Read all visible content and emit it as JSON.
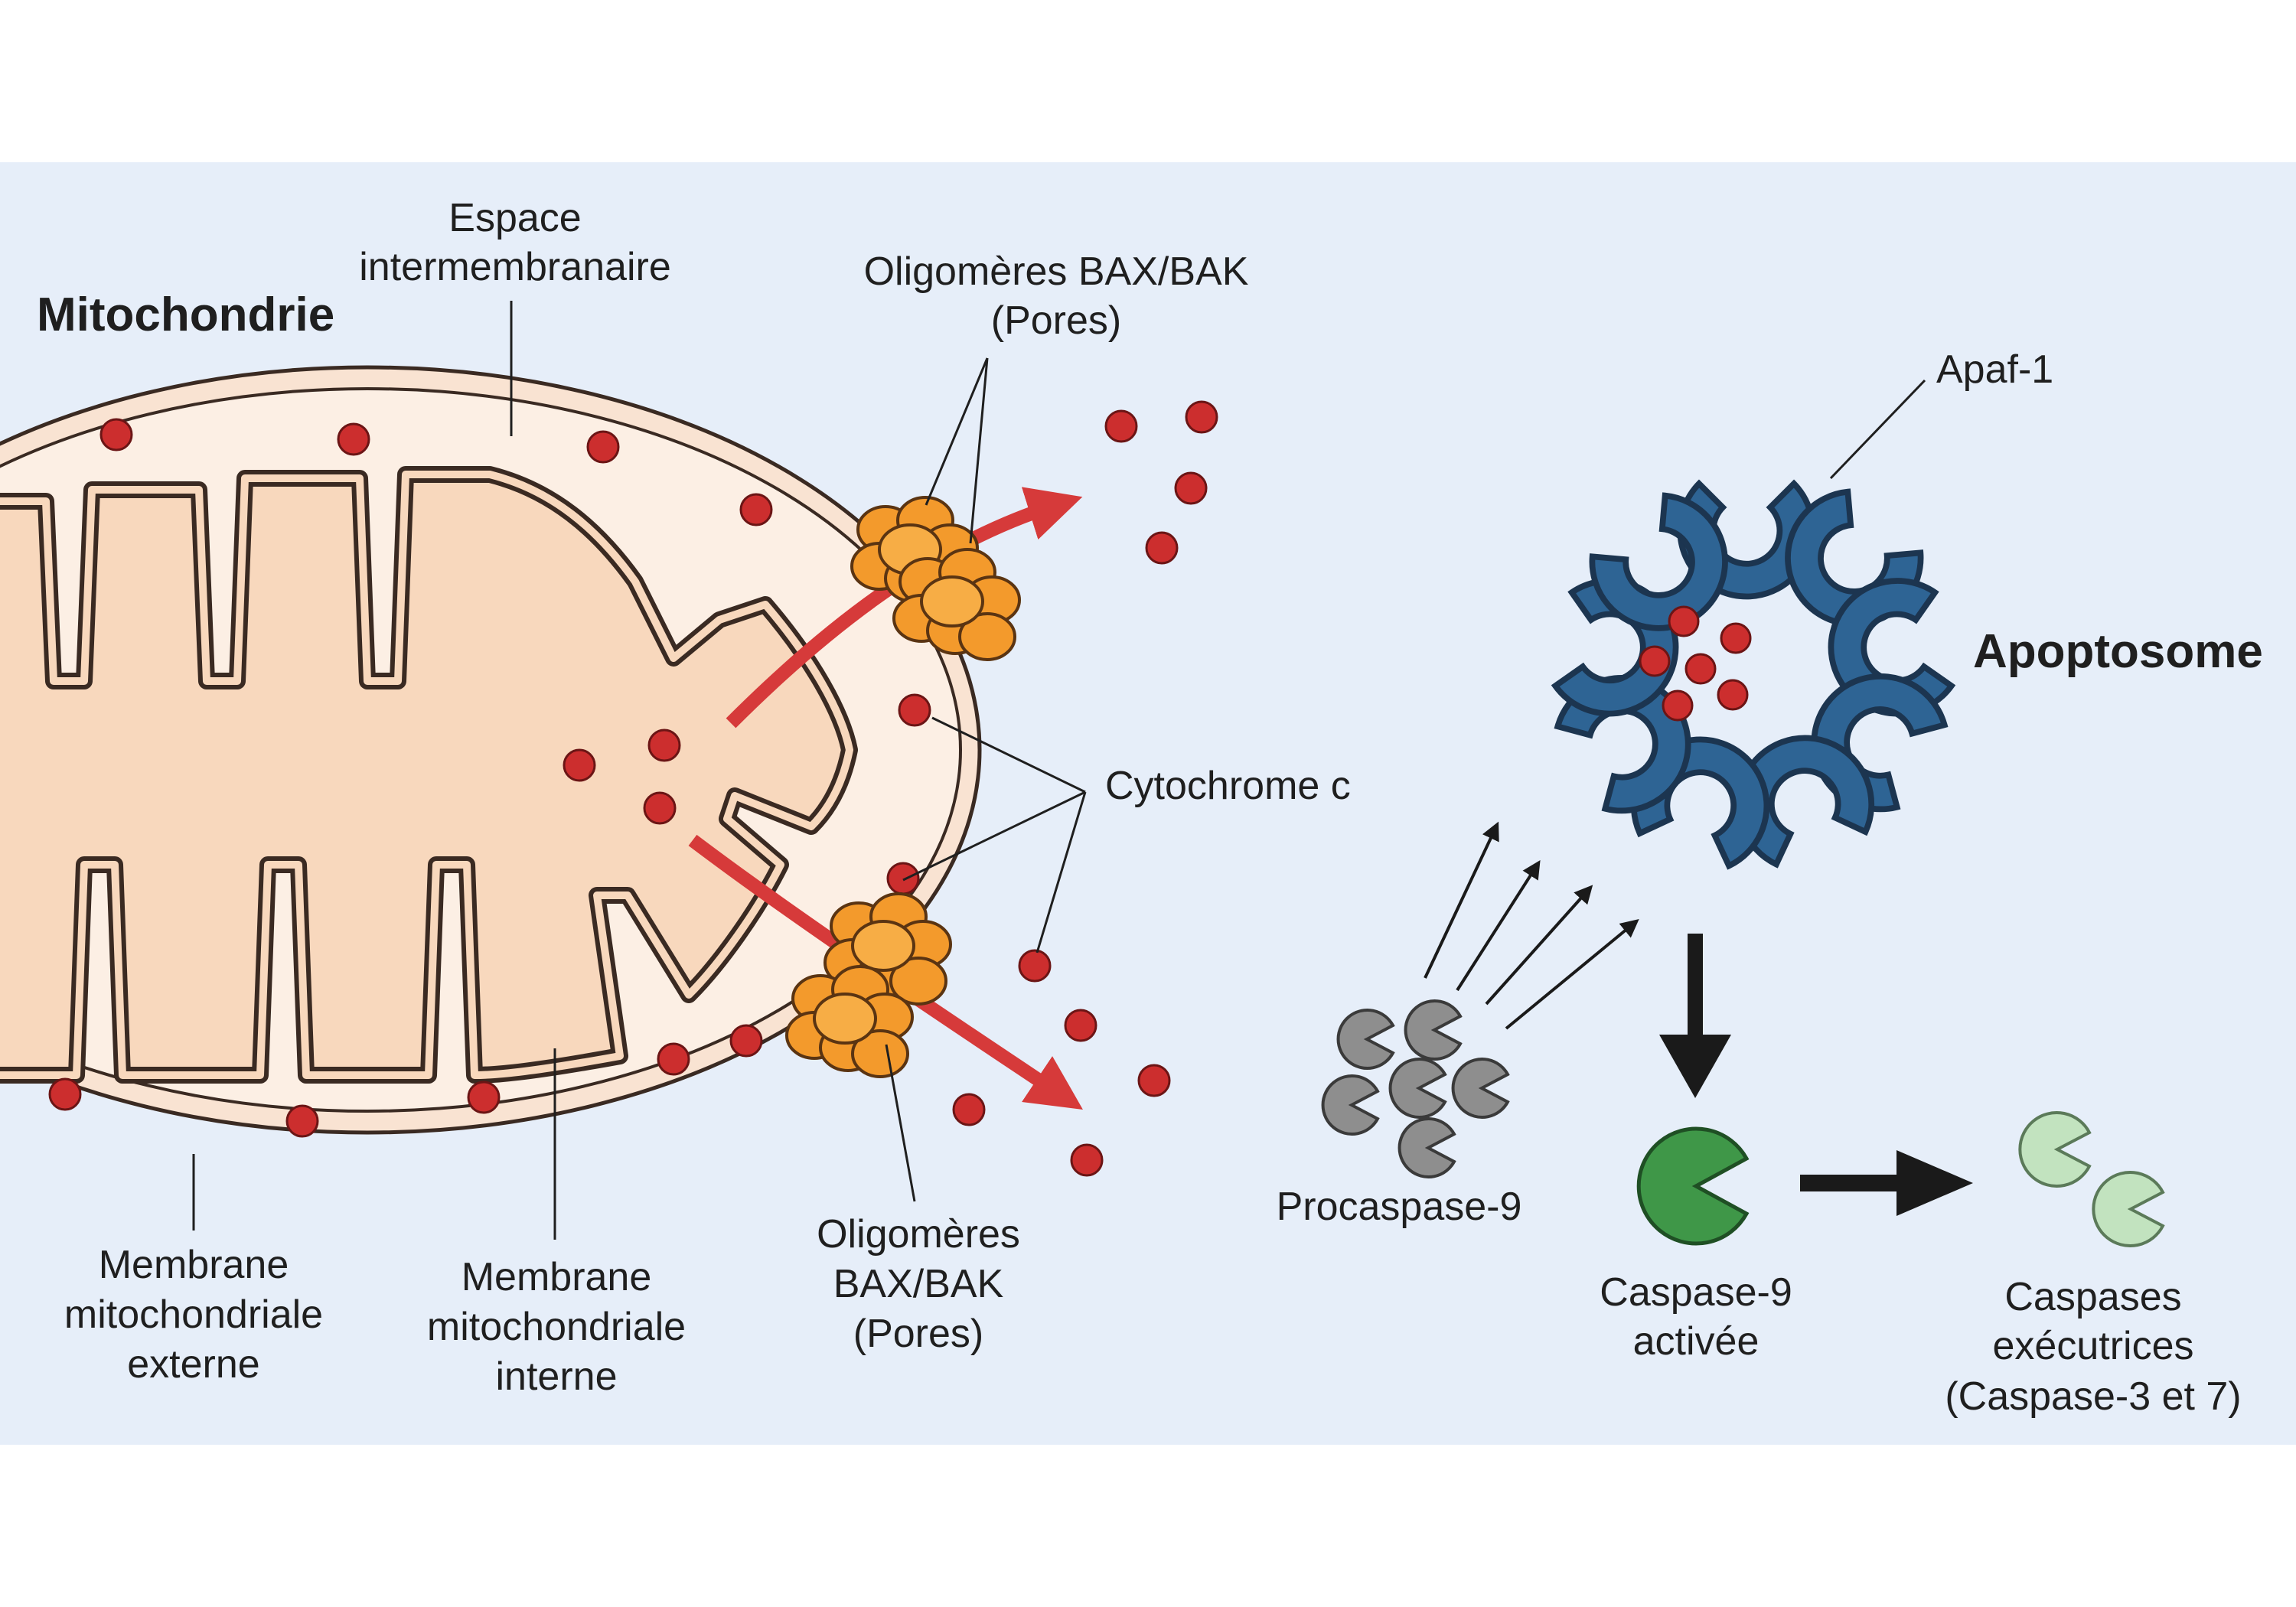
{
  "labels": {
    "mitochondrie": "Mitochondrie",
    "espace_l1": "Espace",
    "espace_l2": "intermembranaire",
    "pores_top_l1": "Oligomères BAX/BAK",
    "pores_top_l2": "(Pores)",
    "cytochrome": "Cytochrome c",
    "pores_bot_l1": "Oligomères",
    "pores_bot_l2": "BAX/BAK",
    "pores_bot_l3": "(Pores)",
    "mem_ext_l1": "Membrane",
    "mem_ext_l2": "mitochondriale",
    "mem_ext_l3": "externe",
    "mem_int_l1": "Membrane",
    "mem_int_l2": "mitochondriale",
    "mem_int_l3": "interne",
    "apaf": "Apaf-1",
    "apoptosome": "Apoptosome",
    "procaspase": "Procaspase-9",
    "casp9_l1": "Caspase-9",
    "casp9_l2": "activée",
    "exec_l1": "Caspases",
    "exec_l2": "exécutrices",
    "exec_l3": "(Caspase-3 et 7)"
  },
  "colors": {
    "background_panel": "#e6eef9",
    "outer_membrane": "#f9e3d2",
    "intermembrane_space": "#fcefe4",
    "matrix": "#f8d8bd",
    "membrane_stroke": "#3a2a22",
    "cytochrome_c": "#cc2e2e",
    "pores": "#f39a2c",
    "flow_arrow": "#d63a3a",
    "apaf1": "#2e6494",
    "procaspase": "#8e8e8e",
    "caspase9_active": "#3f9748",
    "executioner_caspases": "#c2e3bf",
    "black_arrow": "#1a1a1a"
  },
  "icons": [
    "cytochrome-c-dot",
    "bax-bak-pore",
    "apaf1-subunit",
    "procaspase-pacman",
    "caspase-pacman"
  ]
}
